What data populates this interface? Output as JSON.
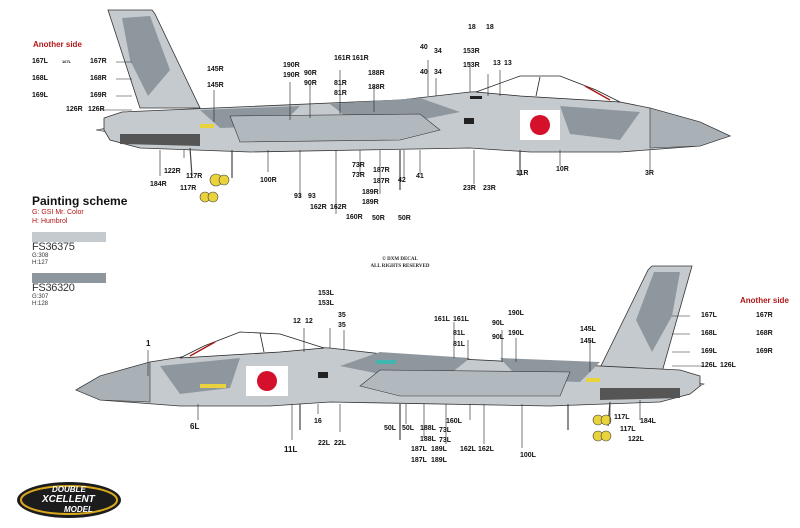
{
  "another_side": "Another side",
  "legend": {
    "title": "Painting scheme",
    "lines": [
      "G: GSI Mr. Color",
      "H: Humbrol"
    ],
    "colors": [
      {
        "fs": "FS36375",
        "g": "G:308",
        "h": "H:127",
        "hex": "#c5cace"
      },
      {
        "fs": "FS36320",
        "g": "G:307",
        "h": "H:128",
        "hex": "#8f979e"
      }
    ]
  },
  "copyright": [
    "© DXM DECAL",
    "ALL RIGHTS RESERVED"
  ],
  "logo": {
    "line1": "DOUBLE",
    "line2": "XCELLENT",
    "line3": "MODEL"
  },
  "colors": {
    "light_gray": "#c5cace",
    "dark_gray": "#8f979e",
    "red": "#b01818",
    "hinomaru": "#d4102a"
  },
  "top_labels": {
    "stencil": "167L",
    "l1": "167L",
    "l2": "168L",
    "l3": "169L",
    "r1": "167R",
    "r2": "168R",
    "r3": "169R",
    "s1": "126R",
    "s2": "126R",
    "a1": "145R",
    "a2": "145R",
    "b1": "190R",
    "b2": "190R",
    "b3": "90R",
    "b4": "90R",
    "c1": "161R",
    "c2": "161R",
    "c3": "81R",
    "c4": "81R",
    "d1": "188R",
    "d2": "188R",
    "e1": "40",
    "e2": "34",
    "e3": "40",
    "e4": "34",
    "f1": "18",
    "f2": "18",
    "f3": "153R",
    "f4": "153R",
    "f5": "13",
    "f6": "13",
    "g1": "122R",
    "g2": "184R",
    "g3": "117R",
    "g4": "117R",
    "h1": "100R",
    "h2": "93",
    "h3": "93",
    "h4": "162R",
    "h5": "162R",
    "i1": "160R",
    "i2": "73R",
    "i3": "73R",
    "j1": "187R",
    "j2": "187R",
    "j3": "189R",
    "j4": "189R",
    "j5": "50R",
    "j6": "50R",
    "k1": "42",
    "k2": "41",
    "k3": "23R",
    "k4": "23R",
    "k5": "11R",
    "k6": "10R",
    "k7": "3R"
  },
  "bottom_labels": {
    "n1": "1",
    "n12a": "12",
    "n12b": "12",
    "n153a": "153L",
    "n153b": "153L",
    "n35a": "35",
    "n35b": "35",
    "n161a": "161L",
    "n161b": "161L",
    "n81a": "81L",
    "n81b": "81L",
    "n190a": "190L",
    "n190b": "190L",
    "n90a": "90L",
    "n90b": "90L",
    "n145a": "145L",
    "n145b": "145L",
    "n167l": "167L",
    "n168l": "168L",
    "n169l": "169L",
    "n167r": "167R",
    "n168r": "168R",
    "n169r": "169R",
    "n126a": "126L",
    "n126b": "126L",
    "n6": "6L",
    "n11": "11L",
    "n16": "16",
    "n22a": "22L",
    "n22b": "22L",
    "n50a": "50L",
    "n50b": "50L",
    "n188a": "188L",
    "n188b": "188L",
    "n187a": "187L",
    "n187b": "187L",
    "n73a": "73L",
    "n73b": "73L",
    "n189a": "189L",
    "n189b": "189L",
    "n160": "160L",
    "n162a": "162L",
    "n162b": "162L",
    "n100": "100L",
    "n117a": "117L",
    "n117b": "117L",
    "n184": "184L",
    "n122": "122L"
  }
}
